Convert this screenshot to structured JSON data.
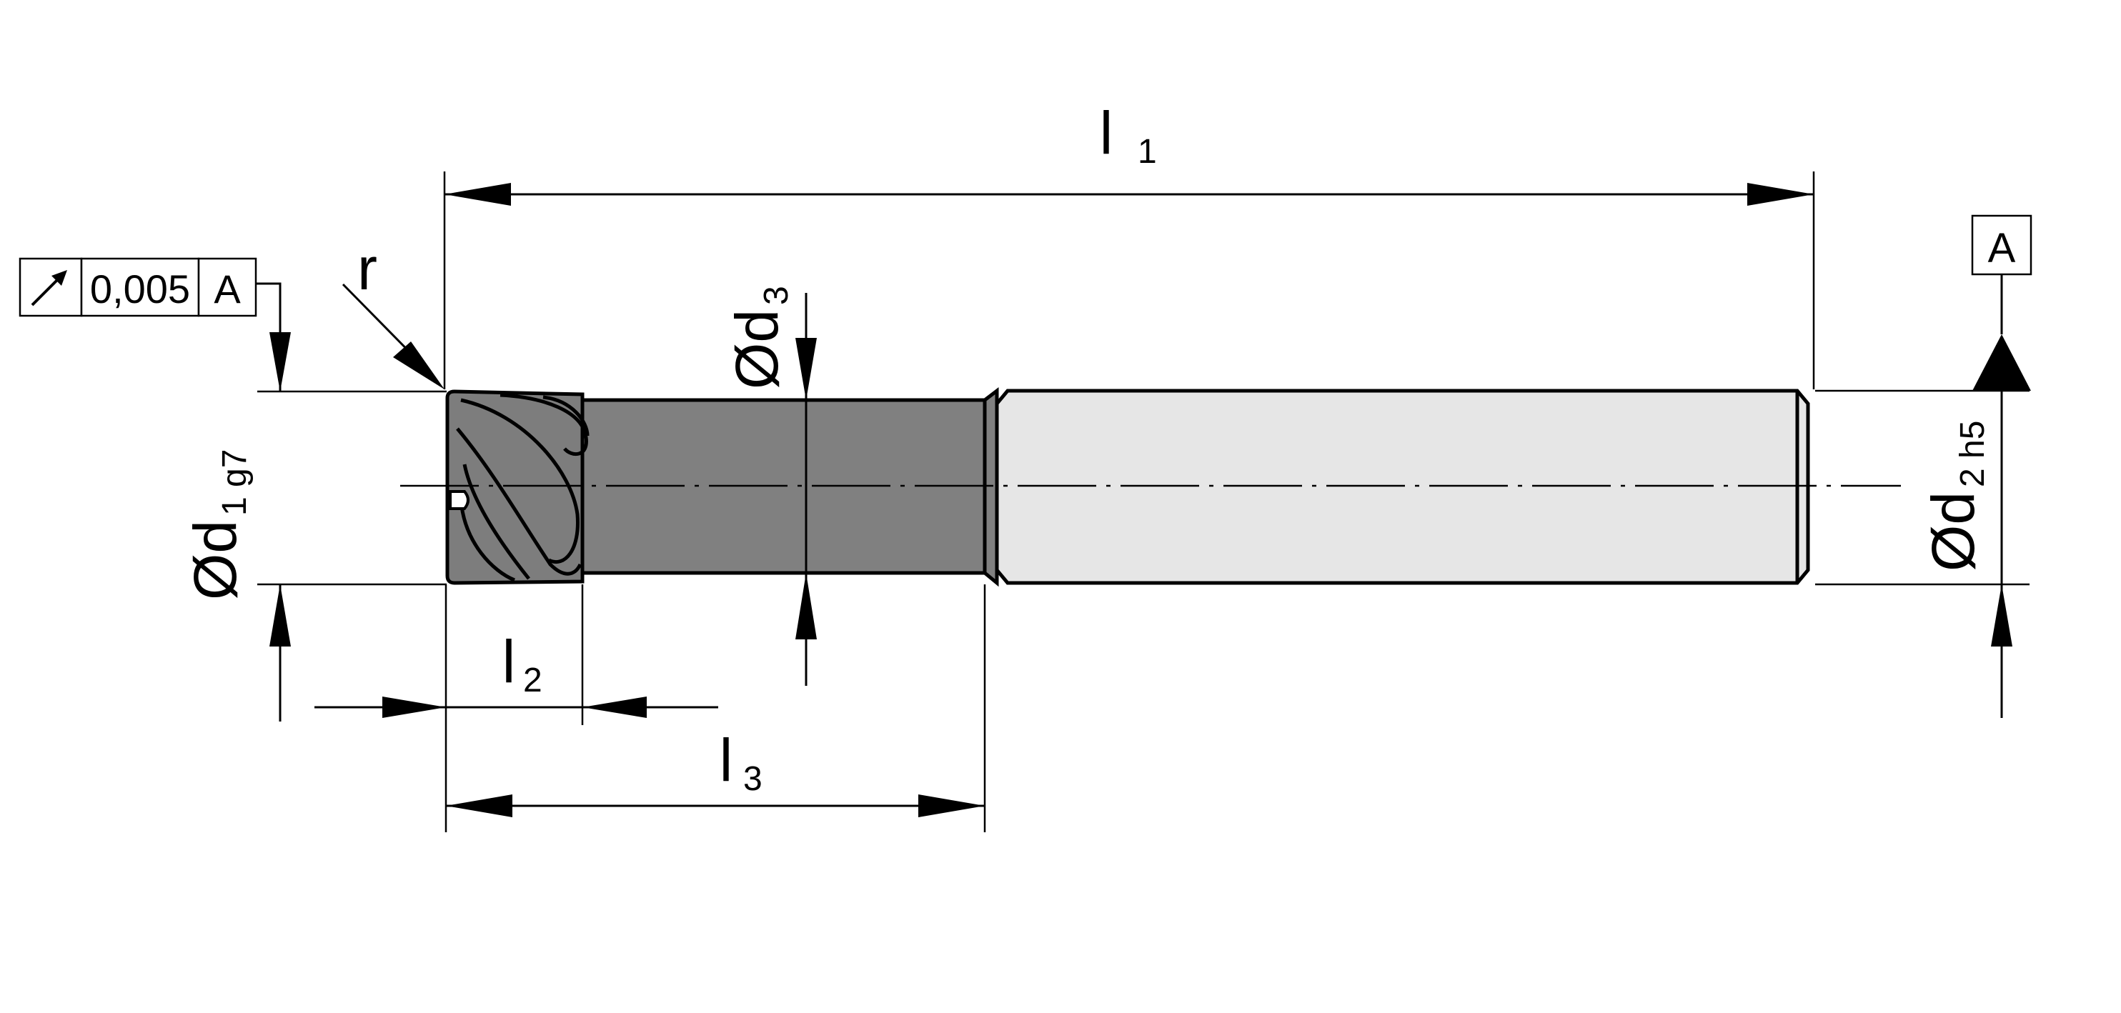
{
  "labels": {
    "l1": {
      "main": "l",
      "sub": "1"
    },
    "l2": {
      "main": "l",
      "sub": "2"
    },
    "l3": {
      "main": "l",
      "sub": "3"
    },
    "r": "r",
    "d1": {
      "main": "Ød",
      "sub": "1 g7"
    },
    "d2": {
      "main": "Ød",
      "sub": "2 h5"
    },
    "d3": {
      "main": "Ød",
      "sub": "3"
    }
  },
  "tolerance_frame": {
    "symbol": "↗",
    "value": "0,005",
    "datum": "A"
  },
  "datum": {
    "letter": "A"
  },
  "colors": {
    "cutting_head": "#7d7d7d",
    "neck": "#808080",
    "shank": "#e6e6e6",
    "lines": "#000000"
  }
}
